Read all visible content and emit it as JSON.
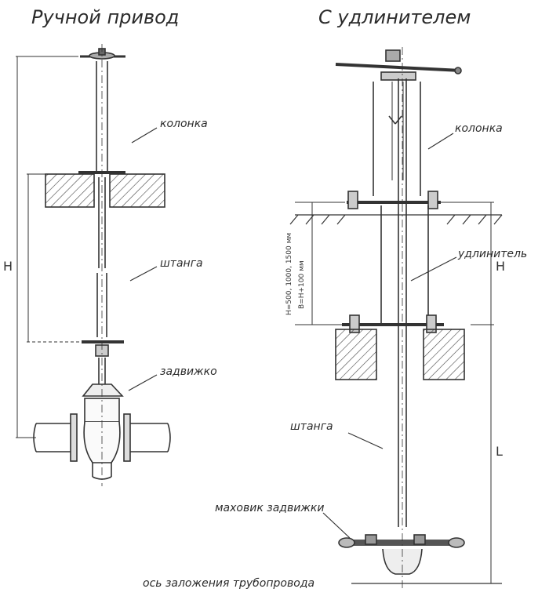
{
  "titles": {
    "left": "Ручной привод",
    "right": "С удлинителем"
  },
  "labels": {
    "left_column": "колонка",
    "left_rod": "штанга",
    "left_valve": "задвижко",
    "right_column": "колонка",
    "right_extender": "удлинитель",
    "right_rod": "штанга",
    "right_handwheel": "маховик задвижки",
    "pipe_axis": "ось заложения трубопровода"
  },
  "dimensions": {
    "left_h": "H",
    "right_h": "H",
    "right_l": "L",
    "right_note_1": "H=500, 1000, 1500 мм",
    "right_note_2": "B=H+100 мм"
  }
}
